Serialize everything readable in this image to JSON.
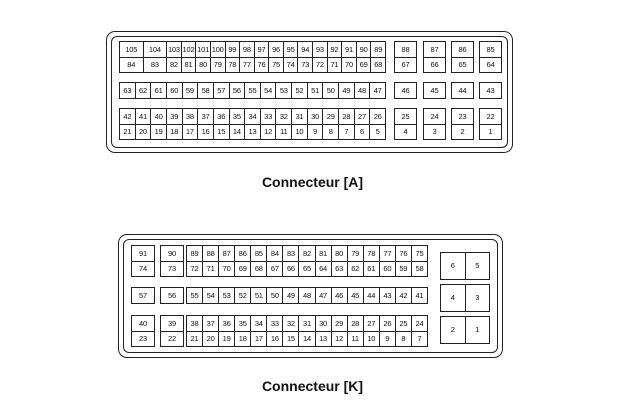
{
  "connectors": [
    {
      "title": "Connecteur [A]",
      "groups": [
        {
          "cols": 13,
          "cells": [
            "105",
            "104",
            "103",
            "102",
            "101",
            "100",
            "99",
            "98",
            "97",
            "96",
            "95",
            "94",
            "93",
            "92",
            "91",
            "90",
            "89",
            "84",
            "83",
            "82",
            "81",
            "80",
            "79",
            "78",
            "77",
            "76",
            "75",
            "74",
            "73",
            "72",
            "71",
            "70",
            "69",
            "68"
          ]
        },
        {
          "cols": 1,
          "cells": [
            "88",
            "67"
          ]
        },
        {
          "cols": 1,
          "cells": [
            "87",
            "66"
          ]
        },
        {
          "cols": 1,
          "cells": [
            "86",
            "65"
          ]
        },
        {
          "cols": 1,
          "cells": [
            "85",
            "64"
          ]
        },
        {
          "cols": 13,
          "cells": [
            "63",
            "62",
            "61",
            "60",
            "59",
            "58",
            "57",
            "56",
            "55",
            "54",
            "53",
            "52",
            "51",
            "50",
            "49",
            "48",
            "47"
          ]
        },
        {
          "cols": 1,
          "cells": [
            "46"
          ]
        },
        {
          "cols": 1,
          "cells": [
            "45"
          ]
        },
        {
          "cols": 1,
          "cells": [
            "44"
          ]
        },
        {
          "cols": 1,
          "cells": [
            "43"
          ]
        },
        {
          "cols": 13,
          "cells": [
            "42",
            "41",
            "40",
            "39",
            "38",
            "37",
            "36",
            "35",
            "34",
            "33",
            "32",
            "31",
            "30",
            "29",
            "28",
            "27",
            "26",
            "21",
            "20",
            "19",
            "18",
            "17",
            "16",
            "15",
            "14",
            "13",
            "12",
            "11",
            "10",
            "9",
            "8",
            "7",
            "6",
            "5"
          ]
        },
        {
          "cols": 1,
          "cells": [
            "25",
            "4"
          ]
        },
        {
          "cols": 1,
          "cells": [
            "24",
            "3"
          ]
        },
        {
          "cols": 1,
          "cells": [
            "23",
            "2"
          ]
        },
        {
          "cols": 1,
          "cells": [
            "22",
            "1"
          ]
        }
      ]
    },
    {
      "title": "Connecteur [K]",
      "groups": [
        {
          "cols": 1,
          "cells": [
            "91",
            "74"
          ]
        },
        {
          "cols": 1,
          "cells": [
            "90",
            "73"
          ]
        },
        {
          "cols": 1,
          "cells": [
            "89",
            "88",
            "87",
            "86",
            "85",
            "84",
            "83",
            "82",
            "81",
            "80",
            "79",
            "78",
            "77",
            "76",
            "75",
            "72",
            "71",
            "70",
            "69",
            "68",
            "67",
            "66",
            "65",
            "64",
            "63",
            "62",
            "61",
            "60",
            "59",
            "58"
          ]
        },
        {
          "cols": 2,
          "cells": [
            "6",
            "5"
          ]
        },
        {
          "cols": 1,
          "cells": [
            "57"
          ]
        },
        {
          "cols": 1,
          "cells": [
            "56"
          ]
        },
        {
          "cols": 1,
          "cells": [
            "55",
            "54",
            "53",
            "52",
            "51",
            "50",
            "49",
            "48",
            "47",
            "46",
            "45",
            "44",
            "43",
            "42",
            "41"
          ]
        },
        {
          "cols": 2,
          "cells": [
            "4",
            "3"
          ]
        },
        {
          "cols": 1,
          "cells": [
            "40",
            "23"
          ]
        },
        {
          "cols": 1,
          "cells": [
            "39",
            "22"
          ]
        },
        {
          "cols": 1,
          "cells": [
            "38",
            "37",
            "36",
            "35",
            "34",
            "33",
            "32",
            "31",
            "30",
            "29",
            "28",
            "27",
            "26",
            "25",
            "24",
            "21",
            "20",
            "19",
            "18",
            "17",
            "16",
            "15",
            "14",
            "13",
            "12",
            "11",
            "10",
            "9",
            "8",
            "7"
          ]
        },
        {
          "cols": 2,
          "cells": [
            "2",
            "1"
          ]
        }
      ]
    }
  ]
}
